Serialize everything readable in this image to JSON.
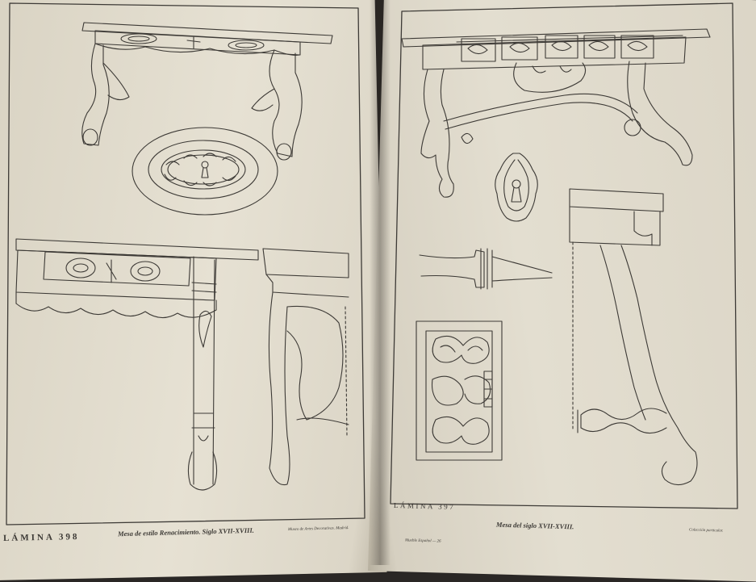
{
  "left_page": {
    "plate_label": "LÁMINA 398",
    "title": "Mesa de estilo Renacimiento. Siglo XVII-XVIII.",
    "credit": "Museo de Artes Decorativas. Madrid."
  },
  "right_page": {
    "plate_label": "LÁMINA 397",
    "title": "Mesa del siglo XVII-XVIII.",
    "credit": "Colección particular.",
    "folio": "Mueble Español — 26"
  },
  "colors": {
    "paper": "#e3ded0",
    "ink": "#3b3834",
    "background": "#2a2725"
  }
}
